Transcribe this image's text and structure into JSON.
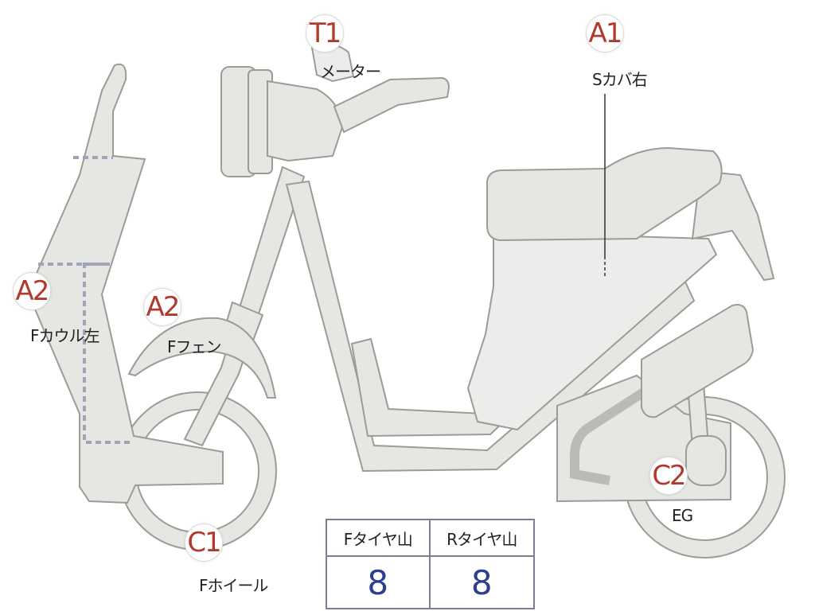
{
  "parts": {
    "t1": {
      "code": "T1",
      "name": "メーター"
    },
    "a1": {
      "code": "A1",
      "name": "Sカバ右"
    },
    "a2_cowl": {
      "code": "A2",
      "name": "Fカウル左"
    },
    "a2_fender": {
      "code": "A2",
      "name": "Fフェン"
    },
    "c1": {
      "code": "C1",
      "name": "Fホイール"
    },
    "c2": {
      "code": "C2",
      "name": "EG"
    }
  },
  "tread_table": {
    "headers": [
      "Fタイヤ山",
      "Rタイヤ山"
    ],
    "values": [
      "8",
      "8"
    ]
  },
  "colors": {
    "badge_text": "#b23a2c",
    "value_text": "#2b3f8c",
    "body_fill": "#e6e7e3",
    "outline": "#9a9c98"
  }
}
